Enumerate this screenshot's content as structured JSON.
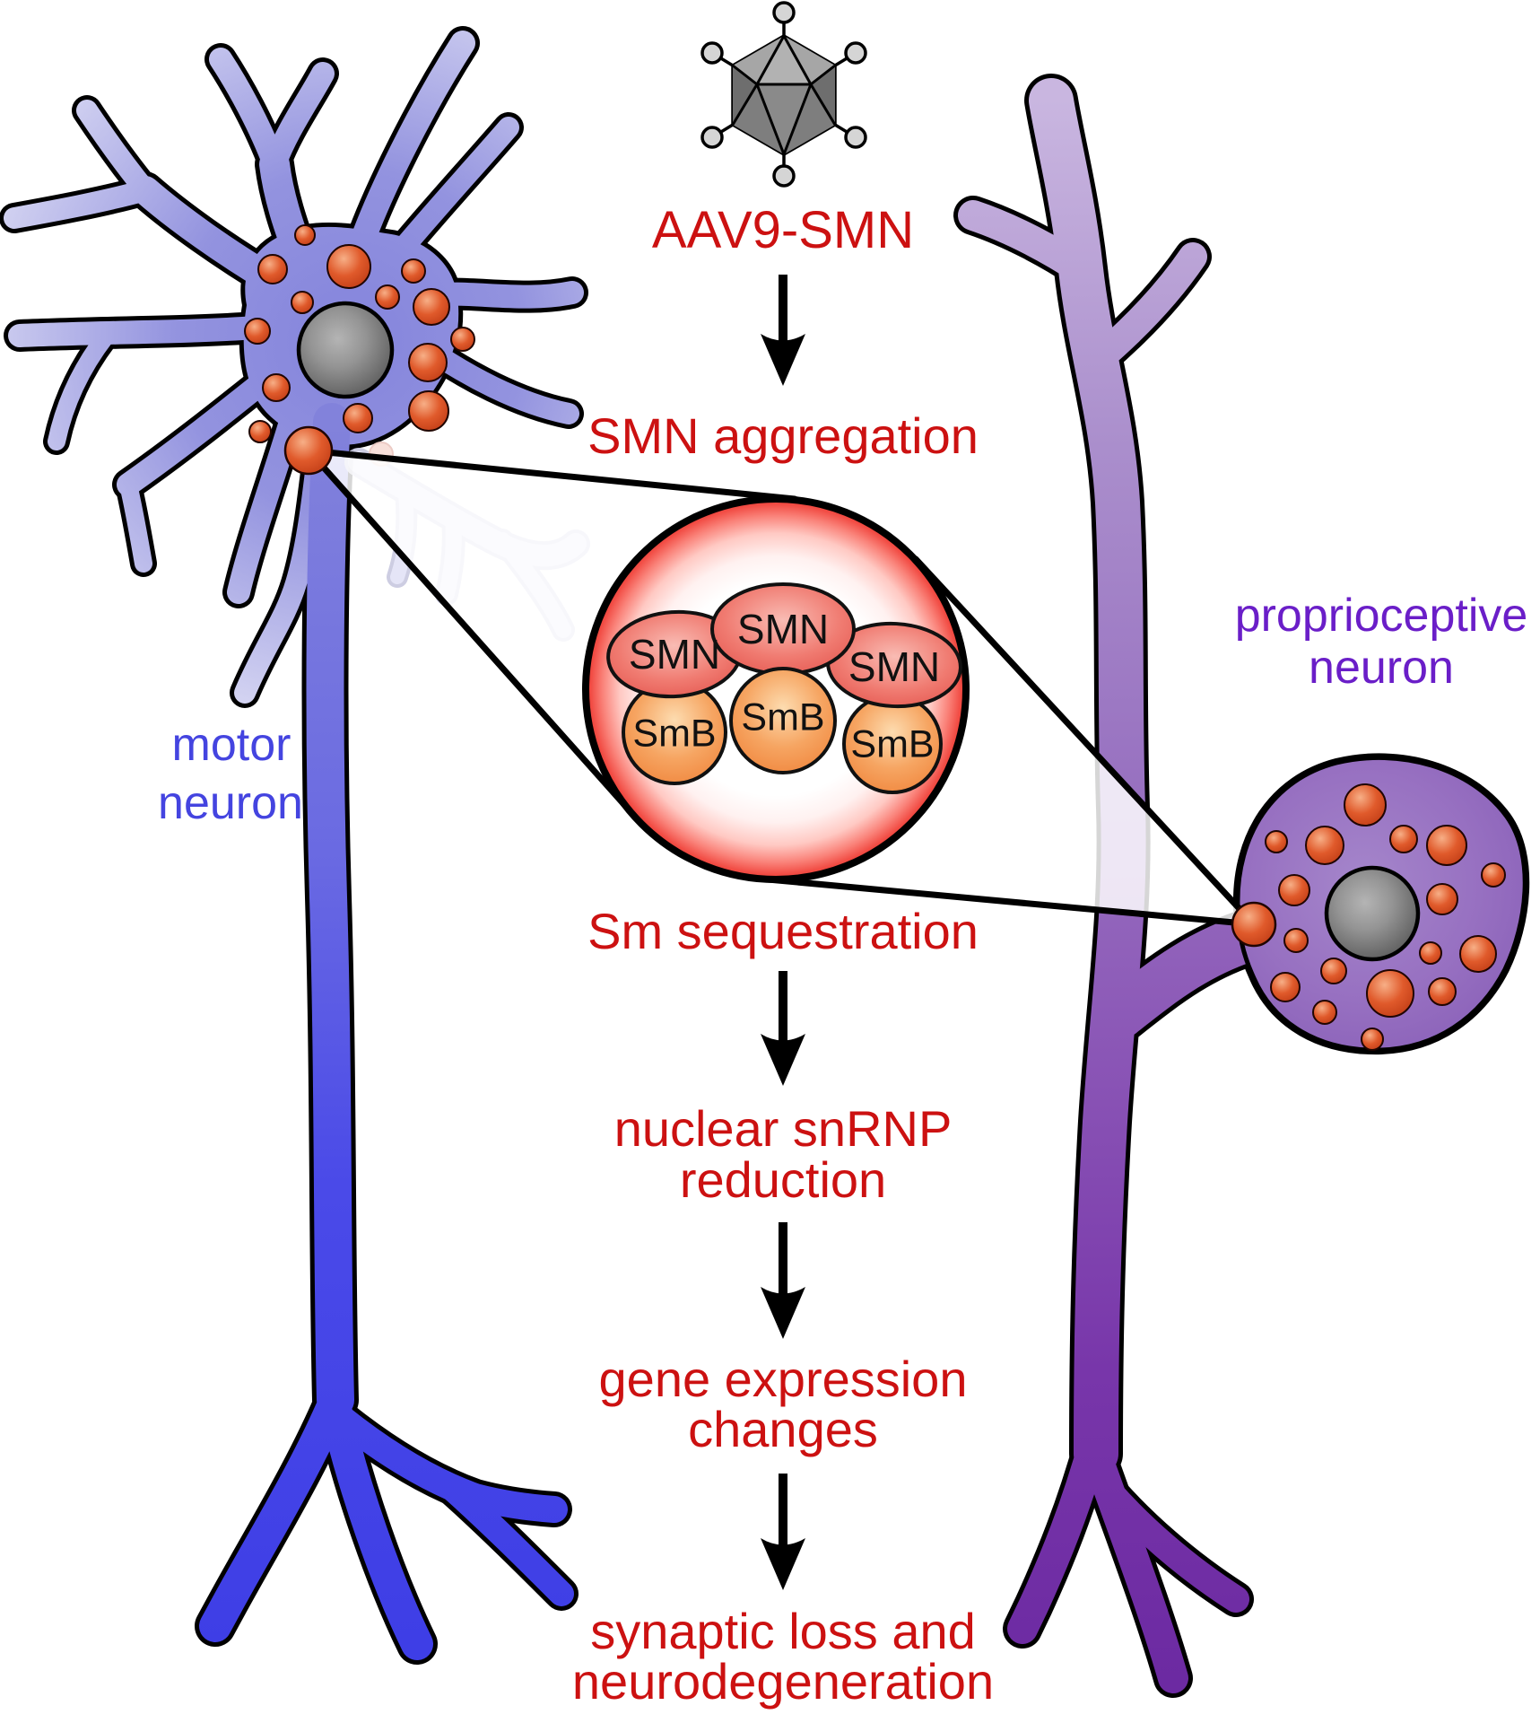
{
  "diagram": {
    "virus": {
      "label": "AAV9-SMN"
    },
    "steps": {
      "aggregation": "SMN aggregation",
      "sequestration": "Sm sequestration",
      "snrnp_line1": "nuclear snRNP",
      "snrnp_line2": "reduction",
      "gene_line1": "gene expression",
      "gene_line2": "changes",
      "loss_line1": "synaptic loss and",
      "loss_line2": "neurodegeneration"
    },
    "flow_order": [
      "AAV9-SMN",
      "SMN aggregation",
      "Sm sequestration",
      "nuclear snRNP reduction",
      "gene expression changes",
      "synaptic loss and neurodegeneration"
    ],
    "motor_neuron": {
      "label_line1": "motor",
      "label_line2": "neuron"
    },
    "proprioceptive_neuron": {
      "label_line1": "proprioceptive",
      "label_line2": "neuron"
    },
    "aggregate_inset": {
      "smn_label": "SMN",
      "smb_label": "SmB",
      "smn_count": 3,
      "smb_count": 3
    },
    "colors": {
      "red_label": "#cc1111",
      "motor_label_blue": "#4444e0",
      "proprio_label_purple": "#6a1ec8",
      "motor_neuron_fill": "#8c8cde",
      "motor_axon_blue": "#4242e8",
      "proprio_neuron_fill": "#9b77c6",
      "proprio_axon_purple": "#7330a8",
      "granule_red": "#d14a22",
      "nucleus_gray": "#7a7a7a",
      "smn_blob_red": "#e85550",
      "smb_blob_orange": "#f08a3c",
      "virus_gray": "#8f8f8f"
    }
  }
}
